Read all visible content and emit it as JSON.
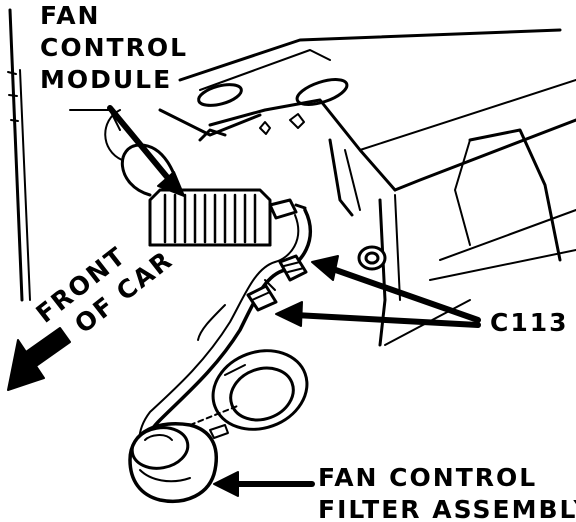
{
  "labels": {
    "fan_control_module": [
      "FAN",
      "CONTROL",
      "MODULE"
    ],
    "front_of_car": [
      "FRONT",
      "OF CAR"
    ],
    "connector": "C113",
    "fan_control_filter_assembly": [
      "FAN CONTROL",
      "FILTER ASSEMBLY"
    ]
  },
  "colors": {
    "ink": "#000000",
    "paper": "#ffffff"
  }
}
